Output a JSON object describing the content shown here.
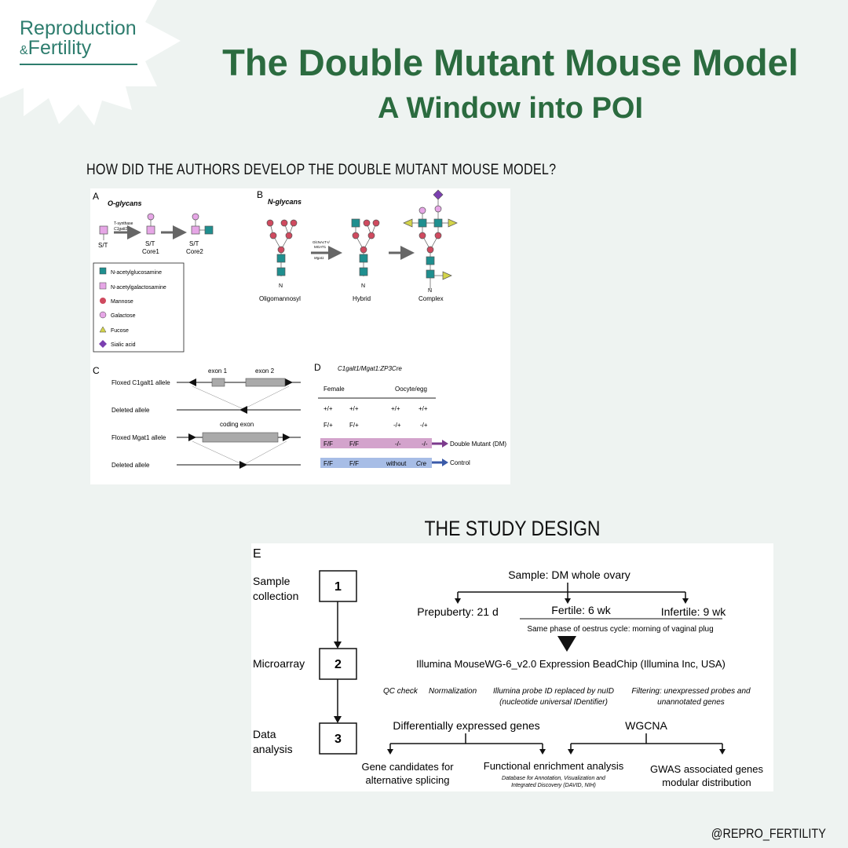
{
  "logo": {
    "line1": "Reproduction",
    "amp": "&",
    "line2": "Fertility"
  },
  "title": {
    "main": "The Double Mutant Mouse Model",
    "sub": "A Window into POI"
  },
  "question": "HOW DID THE AUTHORS DEVELOP THE DOUBLE MUTANT MOUSE MODEL?",
  "figure1": {
    "panelA": {
      "letter": "A",
      "heading": "O-glycans",
      "enzyme1": "T-synthase",
      "enzyme2": "C1galt1",
      "labels": [
        "S/T",
        "S/T",
        "S/T"
      ],
      "cores": [
        "Core1",
        "Core2"
      ]
    },
    "panelB": {
      "letter": "B",
      "heading": "N-glycans",
      "enzyme1": "GlcNAcT-I/",
      "enzyme2": "MGAT1",
      "enzyme3": "Mgat1",
      "nlabel": "N",
      "stages": [
        "Oligomannosyl",
        "Hybrid",
        "Complex"
      ]
    },
    "legend": [
      "N-acetylglucosamine",
      "N-acetylgalactosamine",
      "Mannose",
      "Galactose",
      "Fucose",
      "Sialic acid"
    ],
    "panelC": {
      "letter": "C",
      "exon1": "exon 1",
      "exon2": "exon 2",
      "coding": "coding exon",
      "rows": [
        "Floxed C1galt1 allele",
        "Deleted allele",
        "Floxed Mgat1 allele",
        "Deleted allele"
      ]
    },
    "panelD": {
      "letter": "D",
      "heading": "C1galt1/Mgat1:ZP3Cre",
      "col1": "Female",
      "col2": "Oocyte/egg",
      "rows": [
        [
          "+/+",
          "+/+",
          "+/+",
          "+/+"
        ],
        [
          "F/+",
          "F/+",
          "-/+",
          "-/+"
        ],
        [
          "F/F",
          "F/F",
          "-/-",
          "-/-"
        ],
        [
          "F/F",
          "F/F",
          "without",
          "Cre"
        ]
      ],
      "dm": "Double Mutant (DM)",
      "control": "Control"
    }
  },
  "study_heading": "THE STUDY DESIGN",
  "figure2": {
    "letter": "E",
    "steps": [
      {
        "num": "1",
        "label1": "Sample",
        "label2": "collection"
      },
      {
        "num": "2",
        "label1": "Microarray",
        "label2": ""
      },
      {
        "num": "3",
        "label1": "Data",
        "label2": "analysis"
      }
    ],
    "sample": "Sample: DM whole ovary",
    "ages": [
      "Prepuberty: 21 d",
      "Fertile: 6 wk",
      "Infertile: 9 wk"
    ],
    "phase": "Same phase of oestrus cycle: morning of vaginal plug",
    "chip": "Illumina MouseWG-6_v2.0 Expression BeadChip (Illumina Inc, USA)",
    "qc": "QC check",
    "norm": "Normalization",
    "probe1": "Illumina probe ID replaced by nuID",
    "probe2": "(nucleotide universal IDentifier)",
    "filter1": "Filtering: unexpressed probes and",
    "filter2": "unannotated genes",
    "deg": "Differentially expressed genes",
    "wgcna": "WGCNA",
    "out1a": "Gene candidates for",
    "out1b": "alternative splicing",
    "out2": "Functional enrichment analysis",
    "out2a": "Database for Annotation, Visualization and",
    "out2b": "Integrated Discovery (DAVID, NIH)",
    "out3a": "GWAS associated genes",
    "out3b": "modular distribution"
  },
  "handle": "@REPRO_FERTILITY"
}
